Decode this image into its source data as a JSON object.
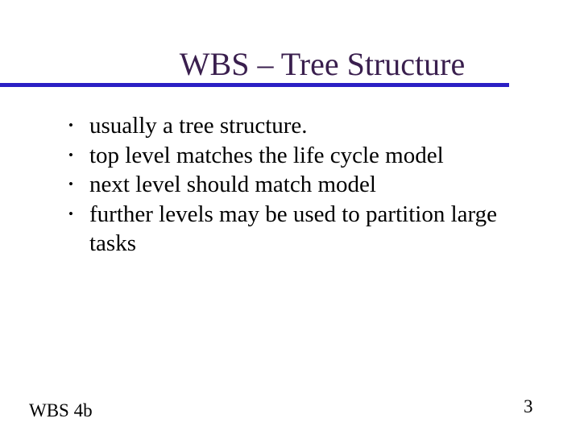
{
  "slide": {
    "title": "WBS – Tree Structure",
    "colors": {
      "title_text": "#3a1f4e",
      "title_rule": "#2b1fc4",
      "body_text": "#000000",
      "background": "#ffffff"
    },
    "bullet_glyph": "•",
    "bullets": [
      {
        "text": "usually a tree structure."
      },
      {
        "text": "top level matches the life cycle model"
      },
      {
        "text": "next level should match model"
      },
      {
        "text": "further levels may be used to partition large",
        "continuation": "tasks"
      }
    ],
    "footer_text": "WBS 4b",
    "page_number": "3"
  }
}
